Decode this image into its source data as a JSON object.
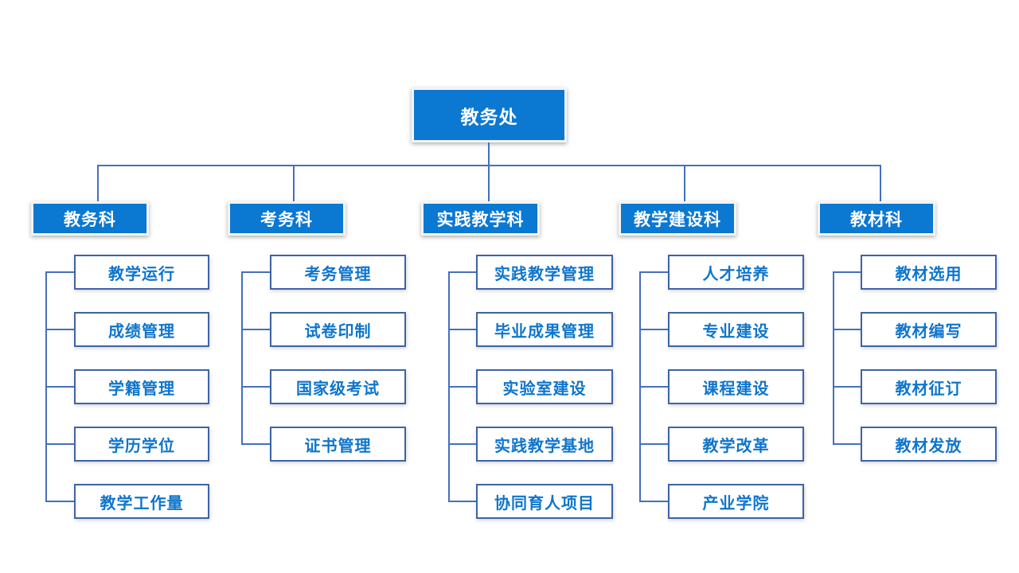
{
  "root": {
    "label": "教务处"
  },
  "columns": [
    {
      "label": "教务科",
      "children": [
        "教学运行",
        "成绩管理",
        "学籍管理",
        "学历学位",
        "教学工作量"
      ]
    },
    {
      "label": "考务科",
      "children": [
        "考务管理",
        "试卷印制",
        "国家级考试",
        "证书管理"
      ]
    },
    {
      "label": "实践教学科",
      "children": [
        "实践教学管理",
        "毕业成果管理",
        "实验室建设",
        "实践教学基地",
        "协同育人项目"
      ]
    },
    {
      "label": "教学建设科",
      "children": [
        "人才培养",
        "专业建设",
        "课程建设",
        "教学改革",
        "产业学院"
      ]
    },
    {
      "label": "教材科",
      "children": [
        "教材选用",
        "教材编写",
        "教材征订",
        "教材发放"
      ]
    }
  ],
  "colors": {
    "department_fill": "#0b78d2",
    "department_text": "#ffffff",
    "leaf_text": "#0f75cc",
    "leaf_border": "#3d63a8",
    "connector_line": "#4470bd",
    "background": "#ffffff"
  }
}
